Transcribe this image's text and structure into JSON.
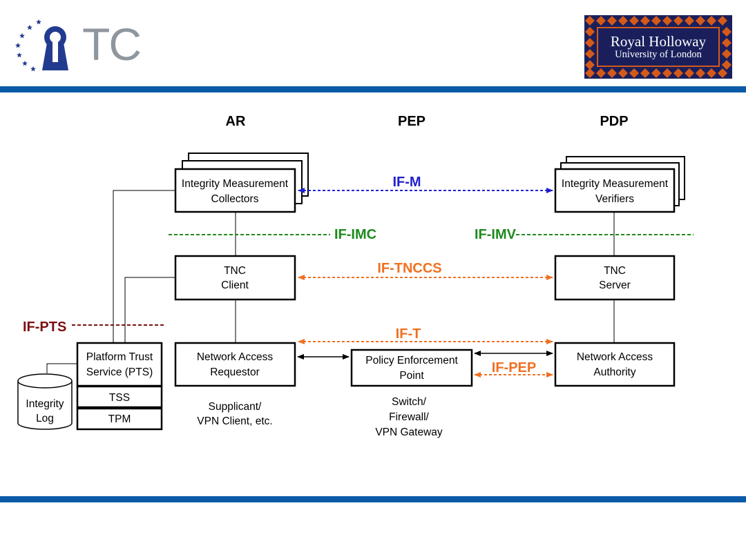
{
  "header": {
    "tc_logo_text": "TC",
    "rh_logo_line1": "Royal Holloway",
    "rh_logo_line2": "University of London"
  },
  "columns": {
    "ar": "AR",
    "pep": "PEP",
    "pdp": "PDP"
  },
  "boxes": {
    "imc": [
      "Integrity Measurement",
      "Collectors"
    ],
    "imv": [
      "Integrity Measurement",
      "Verifiers"
    ],
    "tnc_client": [
      "TNC",
      "Client"
    ],
    "tnc_server": [
      "TNC",
      "Server"
    ],
    "nar": [
      "Network Access",
      "Requestor"
    ],
    "pep_box": [
      "Policy Enforcement",
      "Point"
    ],
    "naa": [
      "Network Access",
      "Authority"
    ],
    "pts": [
      "Platform Trust",
      "Service (PTS)"
    ],
    "tss": "TSS",
    "tpm": "TPM",
    "log": [
      "Integrity",
      "Log"
    ]
  },
  "interfaces": {
    "if_m": "IF-M",
    "if_imc": "IF-IMC",
    "if_imv": "IF-IMV",
    "if_tnccs": "IF-TNCCS",
    "if_t": "IF-T",
    "if_pep": "IF-PEP",
    "if_pts": "IF-PTS"
  },
  "notes": {
    "ar_examples": [
      "Supplicant/",
      "VPN Client, etc."
    ],
    "pep_examples": [
      "Switch/",
      "Firewall/",
      "VPN Gateway"
    ]
  },
  "colors": {
    "bar": "#0b5aa8",
    "if_m": "#1f1fcf",
    "if_imc_imv": "#1e8a1e",
    "if_orange": "#f07020",
    "if_pts": "#7a1010",
    "tc_logo_blue": "#233b8f",
    "tc_logo_gray": "#8e969e",
    "rh_navy": "#1a1f5c",
    "rh_orange": "#d45a1a"
  }
}
